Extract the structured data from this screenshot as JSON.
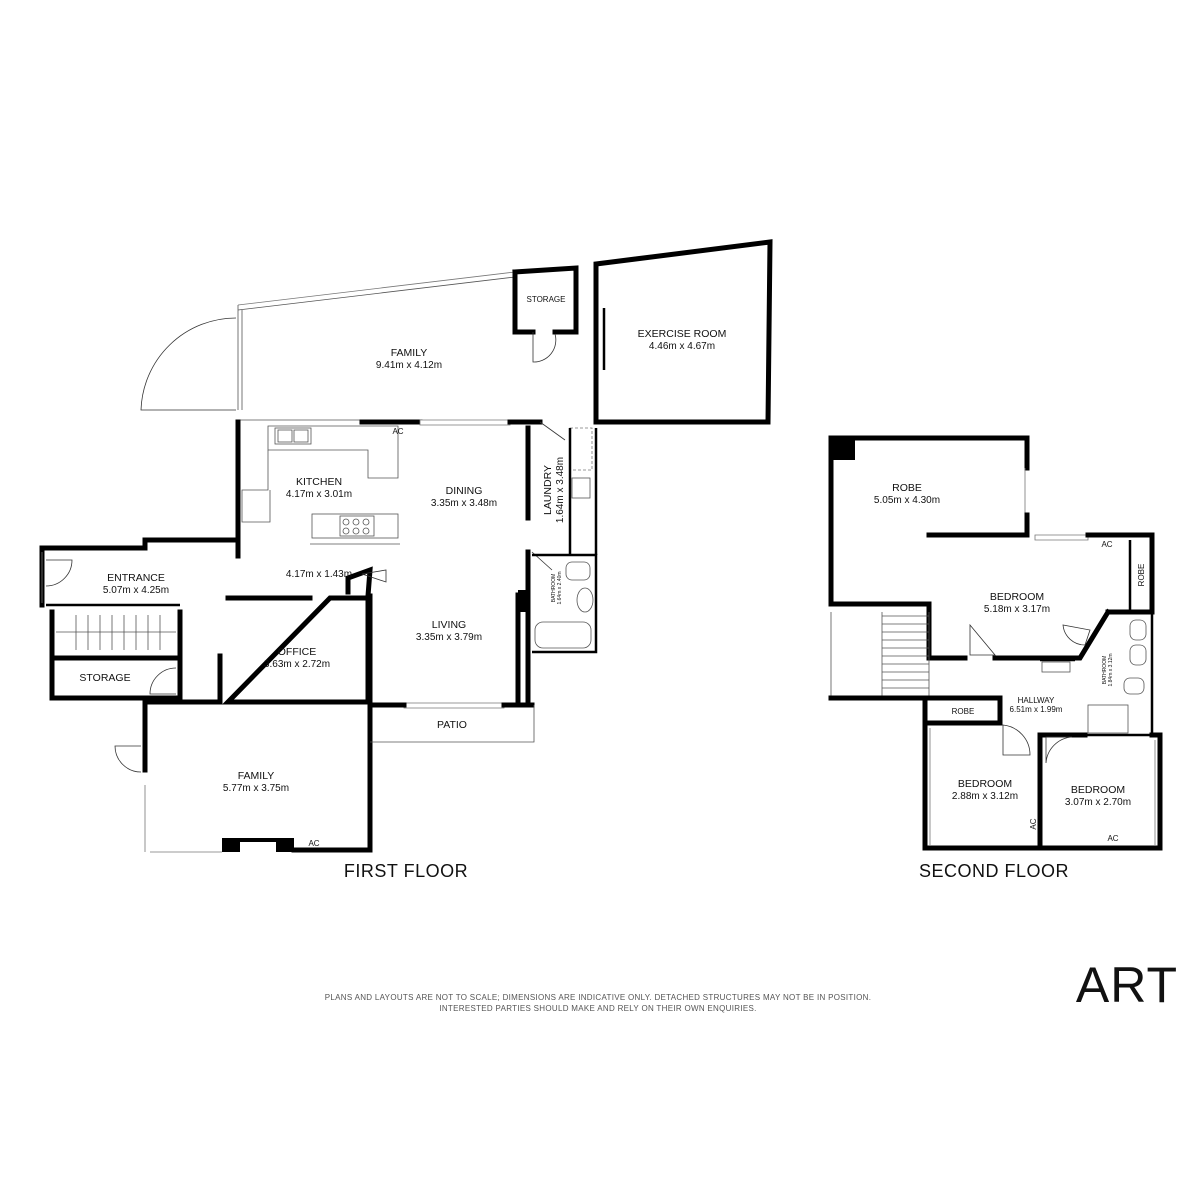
{
  "floors": [
    {
      "title": "FIRST FLOOR"
    },
    {
      "title": "SECOND FLOOR"
    }
  ],
  "rooms": {
    "family_top": {
      "name": "FAMILY",
      "dim": "9.41m x 4.12m"
    },
    "storage_top": {
      "name": "STORAGE"
    },
    "exercise": {
      "name": "EXERCISE ROOM",
      "dim": "4.46m x 4.67m"
    },
    "kitchen": {
      "name": "KITCHEN",
      "dim": "4.17m x 3.01m"
    },
    "dining": {
      "name": "DINING",
      "dim": "3.35m x 3.48m"
    },
    "laundry": {
      "name": "LAUNDRY",
      "dim": "1.64m x 3.48m"
    },
    "bathroom_first": {
      "name": "BATHROOM",
      "dim": "1.64m x 2.40m"
    },
    "entrance": {
      "name": "ENTRANCE",
      "dim": "5.07m x 4.25m"
    },
    "hall_first": {
      "dim": "4.17m x 1.43m"
    },
    "office": {
      "name": "OFFICE",
      "dim": "3.63m x 2.72m"
    },
    "living": {
      "name": "LIVING",
      "dim": "3.35m x 3.79m"
    },
    "storage_left": {
      "name": "STORAGE"
    },
    "patio": {
      "name": "PATIO"
    },
    "family_bottom": {
      "name": "FAMILY",
      "dim": "5.77m x 3.75m"
    },
    "robe_big": {
      "name": "ROBE",
      "dim": "5.05m x 4.30m"
    },
    "bedroom_main": {
      "name": "BEDROOM",
      "dim": "5.18m x 3.17m"
    },
    "robe_side": {
      "name": "ROBE"
    },
    "bathroom_second": {
      "name": "BATHROOM",
      "dim": "1.84m x 3.12m"
    },
    "hallway": {
      "name": "HALLWAY",
      "dim": "6.51m x 1.99m"
    },
    "robe_small": {
      "name": "ROBE"
    },
    "bedroom_2": {
      "name": "BEDROOM",
      "dim": "2.88m x 3.12m"
    },
    "bedroom_3": {
      "name": "BEDROOM",
      "dim": "3.07m x 2.70m"
    }
  },
  "ac_labels": [
    "AC",
    "AC",
    "AC",
    "AC",
    "AC"
  ],
  "disclaimer": {
    "line1": "PLANS AND LAYOUTS ARE NOT TO SCALE; DIMENSIONS ARE INDICATIVE ONLY. DETACHED STRUCTURES MAY NOT BE IN POSITION.",
    "line2": "INTERESTED PARTIES SHOULD MAKE AND RELY ON THEIR OWN ENQUIRIES."
  },
  "logo": "ART"
}
